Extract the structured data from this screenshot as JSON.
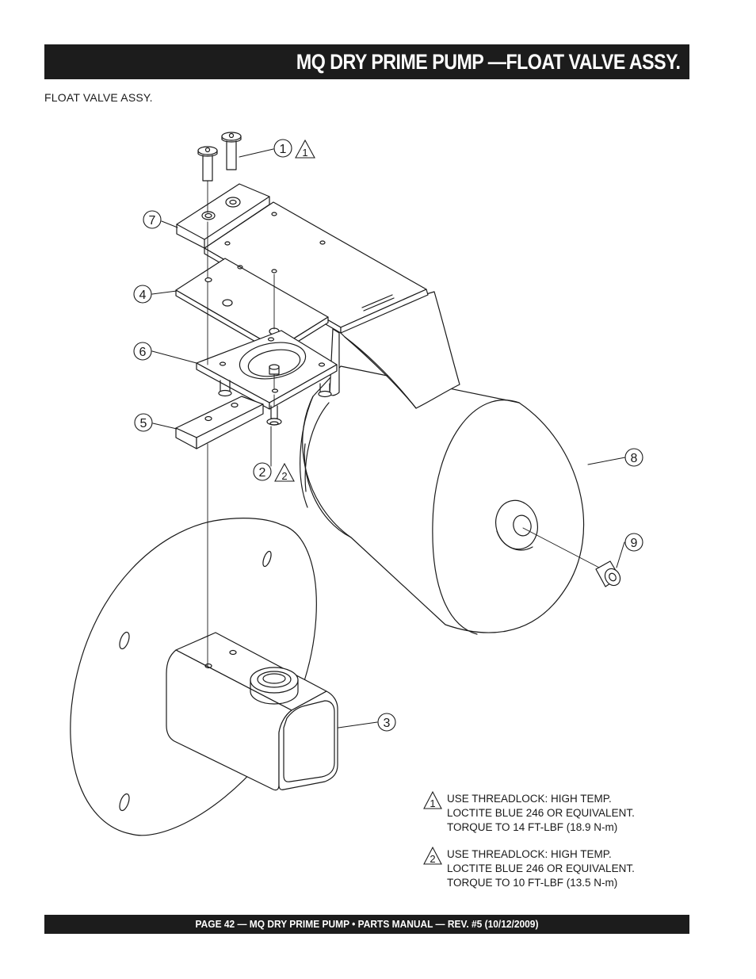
{
  "header": {
    "title": "MQ DRY PRIME PUMP —FLOAT VALVE ASSY."
  },
  "subtitle": "FLOAT VALVE ASSY.",
  "callouts": {
    "c1": "1",
    "c2": "2",
    "c3": "3",
    "c4": "4",
    "c5": "5",
    "c6": "6",
    "c7": "7",
    "c8": "8",
    "c9": "9"
  },
  "notes": [
    {
      "marker": "1",
      "lines": [
        "USE THREADLOCK: HIGH TEMP.",
        "LOCTITE BLUE 246 OR EQUIVALENT.",
        "TORQUE TO 14 FT-LBF (18.9 N-m)"
      ]
    },
    {
      "marker": "2",
      "lines": [
        "USE THREADLOCK: HIGH TEMP.",
        "LOCTITE BLUE 246 OR EQUIVALENT.",
        "TORQUE TO 10 FT-LBF (13.5 N-m)"
      ]
    }
  ],
  "footer": {
    "text": "PAGE 42 — MQ DRY PRIME PUMP • PARTS MANUAL — REV. #5 (10/12/2009)"
  }
}
